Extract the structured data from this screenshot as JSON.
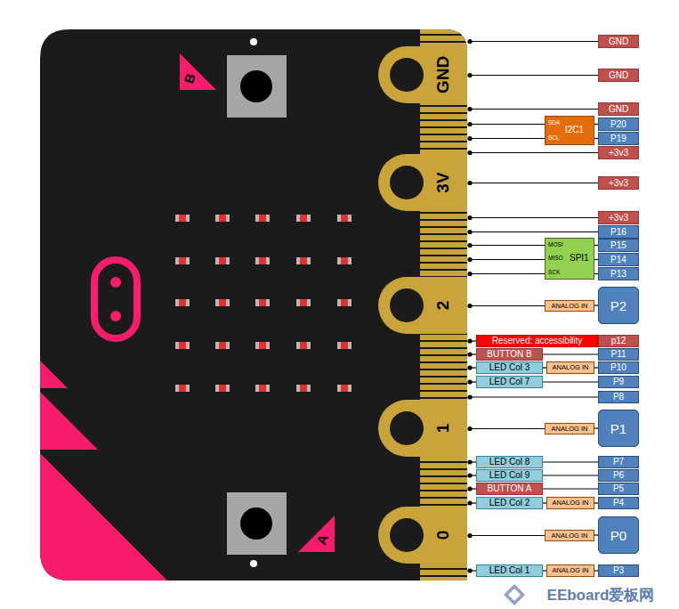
{
  "diagram": {
    "nodes": [
      {
        "text": [
          "GND"
        ]
      },
      {
        "text": [
          "GND"
        ]
      },
      {
        "text": [
          "GND"
        ]
      },
      {
        "text": [
          "I2C1",
          "SDA",
          "SCL"
        ]
      },
      {
        "text": [
          "P20"
        ]
      },
      {
        "text": [
          "P19"
        ]
      },
      {
        "text": [
          "+3v3"
        ]
      },
      {
        "text": [
          "+3v3"
        ]
      },
      {
        "text": [
          "+3v3"
        ]
      },
      {
        "text": [
          "P16"
        ]
      },
      {
        "text": [
          "SPI1",
          "MOSI",
          "MISO",
          "SCK"
        ]
      },
      {
        "text": [
          "P15"
        ]
      },
      {
        "text": [
          "P14"
        ]
      },
      {
        "text": [
          "P13"
        ]
      },
      {
        "text": [
          "ANALOG IN"
        ]
      },
      {
        "text": [
          "P2"
        ]
      },
      {
        "text": [
          "Reserved: accessibility"
        ]
      },
      {
        "text": [
          "p12"
        ]
      },
      {
        "text": [
          "BUTTON B"
        ]
      },
      {
        "text": [
          "P11"
        ]
      },
      {
        "text": [
          "LED Col 3"
        ]
      },
      {
        "text": [
          "ANALOG IN"
        ]
      },
      {
        "text": [
          "P10"
        ]
      },
      {
        "text": [
          "LED Col 7"
        ]
      },
      {
        "text": [
          "P9"
        ]
      },
      {
        "text": [
          "P8"
        ]
      },
      {
        "text": [
          "ANALOG IN"
        ]
      },
      {
        "text": [
          "P1"
        ]
      },
      {
        "text": [
          "LED Col 8"
        ]
      },
      {
        "text": [
          "P7"
        ]
      },
      {
        "text": [
          "LED Col 9"
        ]
      },
      {
        "text": [
          "P6"
        ]
      },
      {
        "text": [
          "BUTTON A"
        ]
      },
      {
        "text": [
          "P5"
        ]
      },
      {
        "text": [
          "LED Col 2"
        ]
      },
      {
        "text": [
          "ANALOG IN"
        ]
      },
      {
        "text": [
          "P4"
        ]
      },
      {
        "text": [
          "ANALOG IN"
        ]
      },
      {
        "text": [
          "P0"
        ]
      },
      {
        "text": [
          "LED Col 1"
        ]
      },
      {
        "text": [
          "ANALOG IN"
        ]
      },
      {
        "text": [
          "P3"
        ]
      }
    ],
    "edges": [
      {
        "from": 3,
        "to": 4,
        "arrow": "none"
      },
      {
        "from": 3,
        "to": 5,
        "arrow": "none"
      },
      {
        "from": 10,
        "to": 11,
        "arrow": "none"
      },
      {
        "from": 10,
        "to": 12,
        "arrow": "none"
      },
      {
        "from": 10,
        "to": 13,
        "arrow": "none"
      },
      {
        "from": 14,
        "to": 15,
        "arrow": "none"
      },
      {
        "from": 18,
        "to": 19,
        "arrow": "none"
      },
      {
        "from": 20,
        "to": 21,
        "arrow": "none"
      },
      {
        "from": 21,
        "to": 22,
        "arrow": "none"
      },
      {
        "from": 23,
        "to": 24,
        "arrow": "none"
      },
      {
        "from": 26,
        "to": 27,
        "arrow": "none"
      },
      {
        "from": 28,
        "to": 29,
        "arrow": "none"
      },
      {
        "from": 30,
        "to": 31,
        "arrow": "none"
      },
      {
        "from": 32,
        "to": 33,
        "arrow": "none"
      },
      {
        "from": 34,
        "to": 35,
        "arrow": "none"
      },
      {
        "from": 35,
        "to": 36,
        "arrow": "none"
      },
      {
        "from": 37,
        "to": 38,
        "arrow": "none"
      },
      {
        "from": 39,
        "to": 40,
        "arrow": "none"
      },
      {
        "from": 40,
        "to": 41,
        "arrow": "none"
      }
    ],
    "labels": [
      "GND",
      "3V",
      "2",
      "1",
      "0",
      "B",
      "A",
      "EEboard爱板网"
    ]
  }
}
